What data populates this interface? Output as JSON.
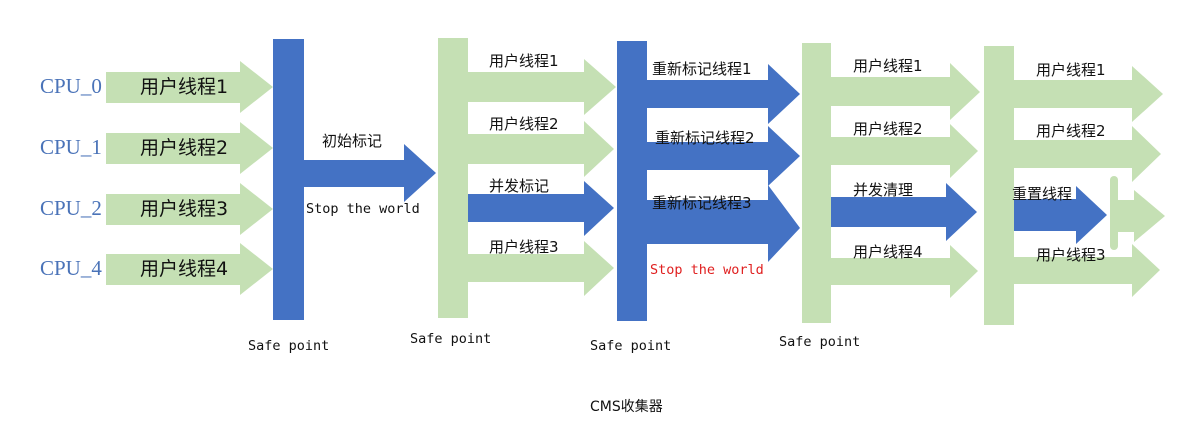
{
  "colors": {
    "green": "#c5e0b4",
    "blue": "#4472c4",
    "cpu_text": "#4a73b8",
    "red_text": "#e02020"
  },
  "cpus": [
    "CPU_0",
    "CPU_1",
    "CPU_2",
    "CPU_4"
  ],
  "phase1": {
    "threads": [
      "用户线程1",
      "用户线程2",
      "用户线程3",
      "用户线程4"
    ],
    "initial_mark": "初始标记",
    "stop": "Stop the world",
    "safe_point": "Safe point"
  },
  "phase2": {
    "thread1": "用户线程1",
    "thread2": "用户线程2",
    "concurrent_mark": "并发标记",
    "thread3": "用户线程3",
    "safe_point": "Safe point"
  },
  "phase3": {
    "remarks": [
      "重新标记线程1",
      "重新标记线程2",
      "重新标记线程3"
    ],
    "stop": "Stop the world",
    "safe_point": "Safe point"
  },
  "phase4": {
    "thread1": "用户线程1",
    "thread2": "用户线程2",
    "concurrent_sweep": "并发清理",
    "thread4": "用户线程4",
    "safe_point": "Safe point"
  },
  "phase5": {
    "thread1": "用户线程1",
    "thread2": "用户线程2",
    "reset": "重置线程",
    "thread3": "用户线程3"
  },
  "caption": "CMS收集器"
}
